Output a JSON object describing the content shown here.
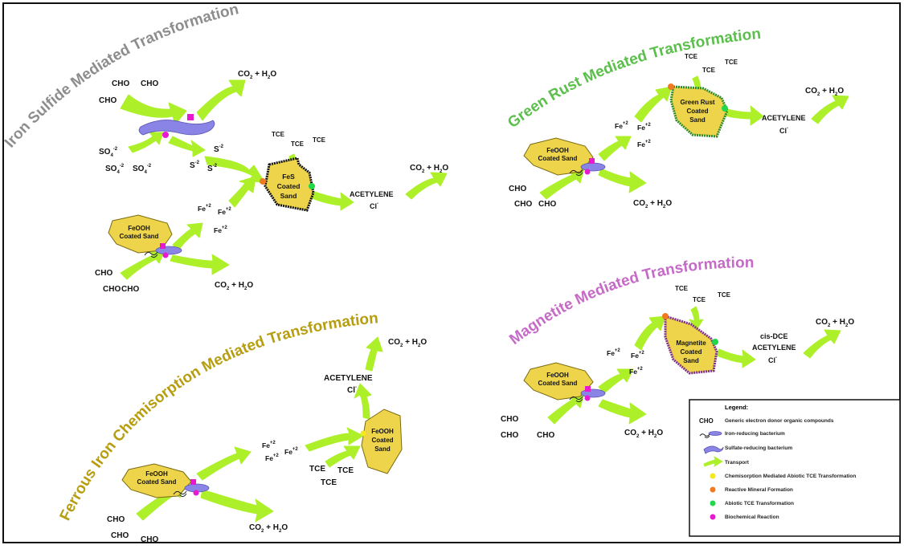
{
  "colors": {
    "arrow": "#ADF02A",
    "sand": "#EDD44A",
    "bacterium_blue": "#8A84E6",
    "reactive_mineral": "#F07A1F",
    "abiotic": "#22D84A",
    "biochemical": "#E81AD0",
    "chemisorption": "#F5E81E",
    "title_iron_sulfide": "#8D8D8D",
    "title_green_rust": "#5BBF4B",
    "title_magnetite": "#C56AC7",
    "title_ferrous": "#B79D10",
    "border_fes": "#111111",
    "border_green_rust": "#2E8B2E",
    "border_magnetite": "#7C2D8E"
  },
  "titles": {
    "iron_sulfide": "Iron Sulfide Mediated Transformation",
    "green_rust": "Green Rust Mediated Transformation",
    "magnetite": "Magnetite Mediated Transformation",
    "ferrous": "Ferrous Iron Chemisorption Mediated Transformation"
  },
  "labels": {
    "cho": "CHO",
    "co2": "CO",
    "co2_sub": "2",
    "h2o_plus": " + H",
    "h2o_sub": "2",
    "h2o_o": "O",
    "so4": "SO",
    "so4_sub": "4",
    "so4_sup": "-2",
    "s": "S",
    "s_sup": "-2",
    "fe": "Fe",
    "fe_sup": "+2",
    "tce": "TCE",
    "acetylene": "ACETYLENE",
    "cl": "Cl",
    "cl_sup": "-",
    "cis_dce": "cis-DCE"
  },
  "minerals": {
    "feooh_line1": "FeOOH",
    "feooh_line2": "Coated Sand",
    "fes_line1": "FeS",
    "fes_line2": "Coated",
    "fes_line3": "Sand",
    "green_line1": "Green Rust",
    "green_line2": "Coated",
    "green_line3": "Sand",
    "mag_line1": "Magnetite",
    "mag_line2": "Coated",
    "mag_line3": "Sand",
    "feooh_big_line1": "FeOOH",
    "feooh_big_line2": "Coated",
    "feooh_big_line3": "Sand"
  },
  "legend": {
    "title": "Legend:",
    "items": [
      {
        "key": "CHO",
        "text": "Generic electron donor organic compounds"
      },
      {
        "key": "",
        "text": "Iron-reducing bacterium"
      },
      {
        "key": "",
        "text": "Sulfate-reducing bacterium"
      },
      {
        "key": "",
        "text": "Transport"
      },
      {
        "key": "",
        "text": "Chemisorption Mediated Abiotic TCE Transformation"
      },
      {
        "key": "",
        "text": "Reactive Mineral Formation"
      },
      {
        "key": "",
        "text": "Abiotic TCE Transformation"
      },
      {
        "key": "",
        "text": "Biochemical Reaction"
      }
    ]
  }
}
